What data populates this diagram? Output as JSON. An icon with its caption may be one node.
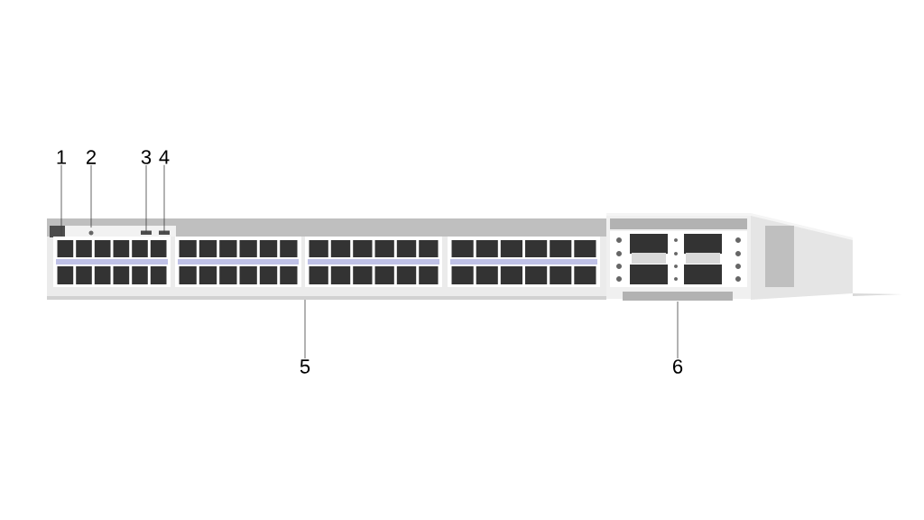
{
  "diagram": {
    "nodes": [
      {
        "text": [
          "1"
        ]
      },
      {
        "text": [
          "2"
        ]
      },
      {
        "text": [
          "3"
        ]
      },
      {
        "text": [
          "4"
        ]
      },
      {
        "text": [
          "5"
        ]
      },
      {
        "text": [
          "6"
        ]
      }
    ],
    "edges": [
      {
        "from": 0,
        "to": null,
        "arrow": "none"
      },
      {
        "from": 1,
        "to": null,
        "arrow": "none"
      },
      {
        "from": 2,
        "to": null,
        "arrow": "none"
      },
      {
        "from": 3,
        "to": null,
        "arrow": "none"
      },
      {
        "from": 4,
        "to": null,
        "arrow": "none"
      },
      {
        "from": 5,
        "to": null,
        "arrow": "none"
      }
    ]
  }
}
